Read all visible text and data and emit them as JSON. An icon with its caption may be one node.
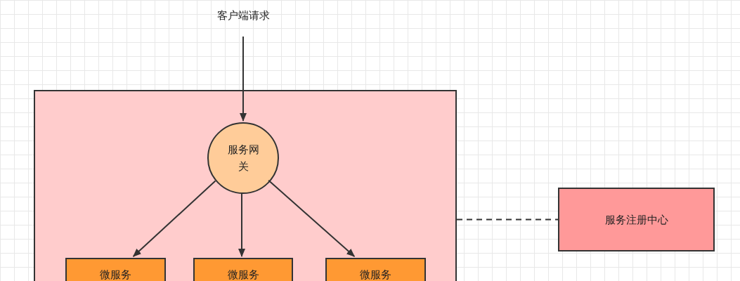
{
  "diagram": {
    "nodes": [
      {
        "text": [
          "客户端请求"
        ]
      },
      {
        "text": [],
        "shape": "box"
      },
      {
        "text": [
          "服务网关"
        ],
        "in": 1
      },
      {
        "text": [
          "微服务"
        ],
        "in": 1
      },
      {
        "text": [
          "微服务"
        ],
        "in": 1
      },
      {
        "text": [
          "微服务"
        ],
        "in": 1
      },
      {
        "text": [
          "服务注册中心"
        ]
      }
    ],
    "edges": [
      {
        "from": 0,
        "to": 2,
        "arrow": "to"
      },
      {
        "from": 2,
        "to": 3,
        "arrow": "to"
      },
      {
        "from": 2,
        "to": 4,
        "arrow": "to"
      },
      {
        "from": 2,
        "to": 5,
        "arrow": "to"
      },
      {
        "from": 1,
        "to": 6,
        "arrow": "none",
        "style": "dashed"
      }
    ]
  }
}
